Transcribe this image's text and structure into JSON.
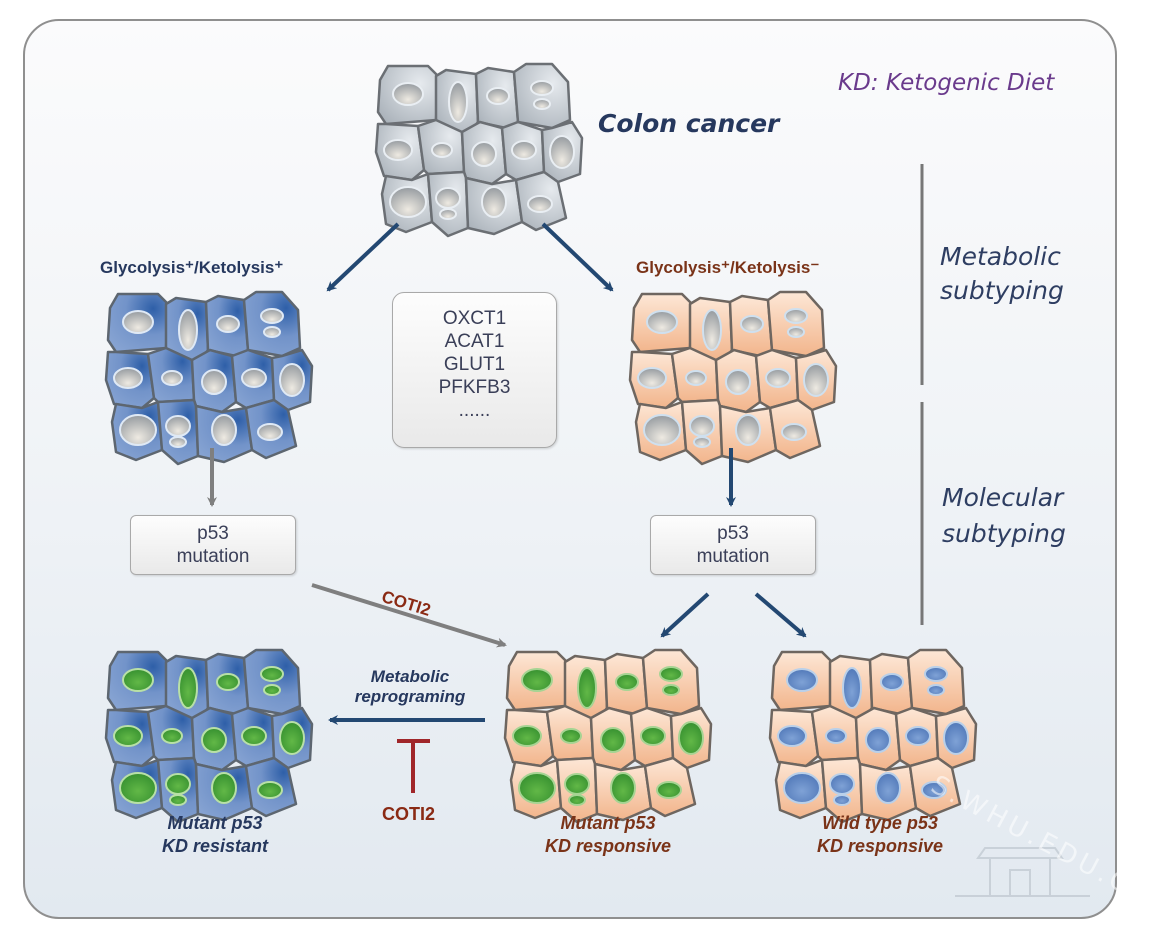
{
  "legend": {
    "text": "KD: Ketogenic Diet",
    "color": "#6a3a8c"
  },
  "top": {
    "label": "Colon cancer",
    "color": "#26385e"
  },
  "subtypes": {
    "left_label": "Glycolysis⁺/Ketolysis⁺",
    "left_color": "#26385e",
    "right_label": "Glycolysis⁺/Ketolysis⁻",
    "right_color": "#7a3318"
  },
  "gene_box": {
    "lines": [
      "OXCT1",
      "ACAT1",
      "GLUT1",
      "PFKFB3",
      "......"
    ]
  },
  "p53_boxes": {
    "left": {
      "line1": "p53",
      "line2": "mutation"
    },
    "right": {
      "line1": "p53",
      "line2": "mutation"
    }
  },
  "drug": {
    "name": "COTI2",
    "color": "#8a2a14"
  },
  "reprogramming": {
    "line1": "Metabolic",
    "line2": "reprograming"
  },
  "outcomes": [
    {
      "line1": "Mutant p53",
      "line2": "KD resistant",
      "color": "#26385e"
    },
    {
      "line1": "Mutant p53",
      "line2": "KD responsive",
      "color": "#7a3318"
    },
    {
      "line1": "Wild type p53",
      "line2": "KD responsive",
      "color": "#7a3318"
    }
  ],
  "side_labels": {
    "metabolic": {
      "line1": "Metabolic",
      "line2": "subtyping"
    },
    "molecular": {
      "line1": "Molecular",
      "line2": "subtyping"
    }
  },
  "watermark": {
    "text": "S.WHU.EDU.CN"
  },
  "colors": {
    "arrow_dark": "#234872",
    "arrow_gray": "#7f7f7f",
    "inhibit": "#a0262a",
    "cell_gray": "#c4cbd3",
    "cell_blue": "#6f8fc6",
    "cell_peach": "#f6c9a8",
    "nucleus_gray": "#b5b9bd",
    "nucleus_green": "#4aa23a",
    "nucleus_blue": "#6b90c8"
  }
}
